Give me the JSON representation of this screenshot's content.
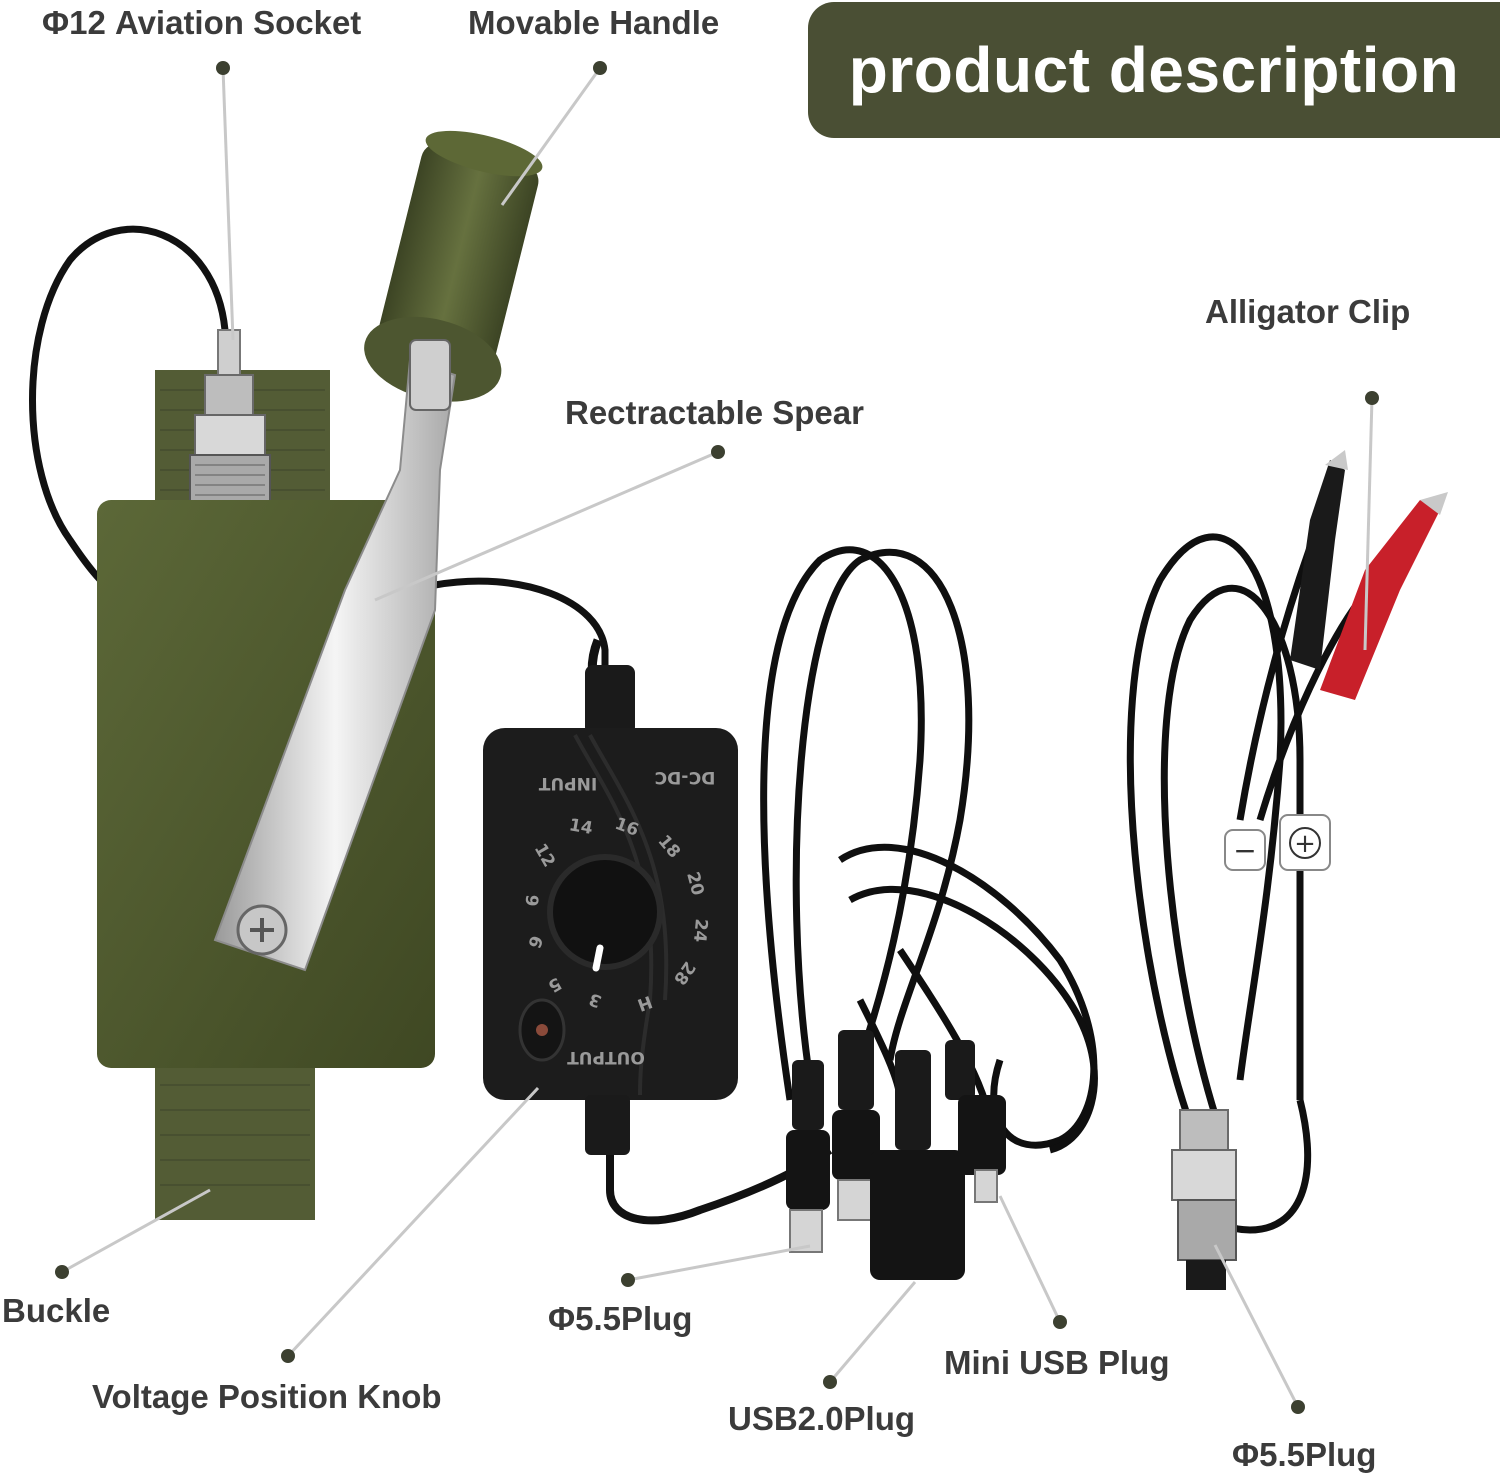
{
  "banner": {
    "title": "product description"
  },
  "labels": {
    "aviation_socket": "Φ12 Aviation Socket",
    "movable_handle": "Movable Handle",
    "retractable_spear": "Rectractable Spear",
    "alligator_clip": "Alligator Clip",
    "buckle": "Buckle",
    "voltage_knob": "Voltage Position Knob",
    "plug_55_left": "Φ5.5Plug",
    "usb20_plug": "USB2.0Plug",
    "mini_usb_plug": "Mini USB Plug",
    "plug_55_right": "Φ5.5Plug"
  },
  "controller": {
    "input": "INPUT",
    "dcdc": "DC-DC",
    "output": "OUTPUT",
    "dial": [
      "3",
      "5",
      "6",
      "9",
      "12",
      "14",
      "16",
      "18",
      "20",
      "24",
      "28",
      "H"
    ]
  },
  "colors": {
    "banner": "#4a4f34",
    "body_olive": "#4f5a2e",
    "strap": "#535c35",
    "cable": "#111111",
    "controller": "#1c1c1c",
    "clip_red": "#c8202a"
  }
}
